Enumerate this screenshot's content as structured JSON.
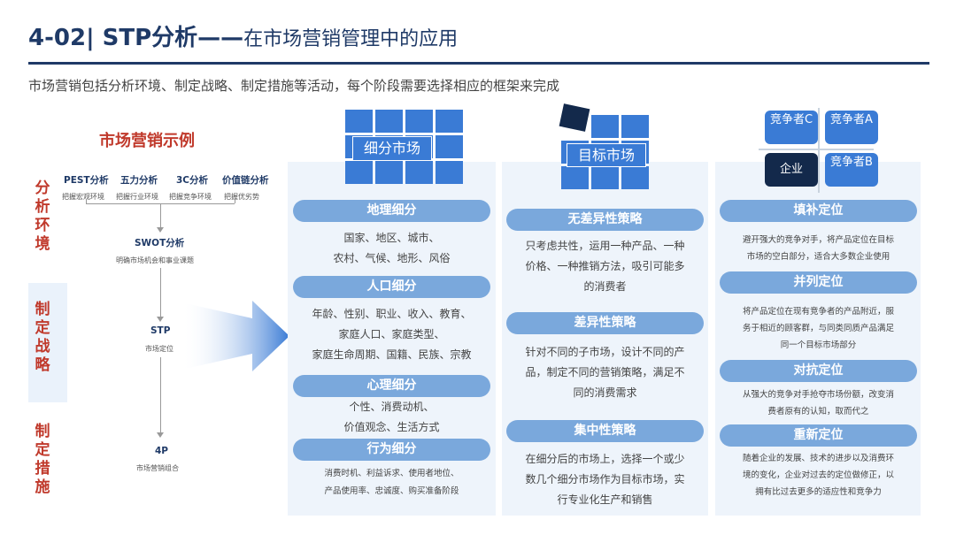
{
  "header": {
    "title_main": "4-02| STP分析——",
    "title_sub": "在市场营销管理中的应用",
    "subtitle": "市场营销包括分析环境、制定战略、制定措施等活动，每个阶段需要选择相应的框架来完成"
  },
  "left_panel": {
    "example_title": "市场营销示例",
    "stages": [
      "分析环境",
      "制定战略",
      "制定措施"
    ],
    "tools": [
      {
        "name": "PEST分析",
        "desc": "把握宏观环境"
      },
      {
        "name": "五力分析",
        "desc": "把握行业环境"
      },
      {
        "name": "3C分析",
        "desc": "把握竞争环境"
      },
      {
        "name": "价值链分析",
        "desc": "把握优劣势"
      }
    ],
    "swot": {
      "name": "SWOT分析",
      "desc": "明确市场机会和事业课题"
    },
    "stp": {
      "name": "STP",
      "desc": "市场定位"
    },
    "fourp": {
      "name": "4P",
      "desc": "市场营销组合"
    }
  },
  "segmentation": {
    "icon_label": "细分市场",
    "sections": [
      {
        "title": "地理细分",
        "lines": [
          "国家、地区、城市、",
          "农村、气候、地形、风俗"
        ]
      },
      {
        "title": "人口细分",
        "lines": [
          "年龄、性别、职业、收入、教育、",
          "家庭人口、家庭类型、",
          "家庭生命周期、国籍、民族、宗教"
        ]
      },
      {
        "title": "心理细分",
        "lines": [
          "个性、消费动机、",
          "价值观念、生活方式"
        ]
      },
      {
        "title": "行为细分",
        "lines": [
          "消费时机、利益诉求、使用者地位、",
          "产品使用率、忠诚度、购买准备阶段"
        ]
      }
    ]
  },
  "targeting": {
    "icon_label": "目标市场",
    "sections": [
      {
        "title": "无差异性策略",
        "lines": [
          "只考虑共性，运用一种产品、一种",
          "价格、一种推销方法，吸引可能多",
          "的消费者"
        ]
      },
      {
        "title": "差异性策略",
        "lines": [
          "针对不同的子市场，设计不同的产",
          "品，制定不同的营销策略，满足不",
          "同的消费需求"
        ]
      },
      {
        "title": "集中性策略",
        "lines": [
          "在细分后的市场上，选择一个或少",
          "数几个细分市场作为目标市场，实",
          "行专业化生产和销售"
        ]
      }
    ]
  },
  "positioning": {
    "quadrants": [
      "竞争者C",
      "竞争者A",
      "企业",
      "竞争者B"
    ],
    "sections": [
      {
        "title": "填补定位",
        "lines": [
          "避开强大的竞争对手，将产品定位在目标",
          "市场的空白部分，适合大多数企业使用"
        ]
      },
      {
        "title": "并列定位",
        "lines": [
          "将产品定位在现有竞争者的产品附近，服",
          "务于相近的顾客群，与同类同质产品满足",
          "同一个目标市场部分"
        ]
      },
      {
        "title": "对抗定位",
        "lines": [
          "从强大的竞争对手抢夺市场份额，改变消",
          "费者原有的认知，取而代之"
        ]
      },
      {
        "title": "重新定位",
        "lines": [
          "随着企业的发展、技术的进步以及消费环",
          "境的变化，企业对过去的定位做修正，以",
          "拥有比过去更多的适应性和竞争力"
        ]
      }
    ]
  },
  "colors": {
    "accent": "#1f3a67",
    "stage_red": "#c0392b",
    "pill": "#7aa8dc",
    "icon_blue": "#3a7bd5",
    "panel_bg": "#eef4fb"
  }
}
